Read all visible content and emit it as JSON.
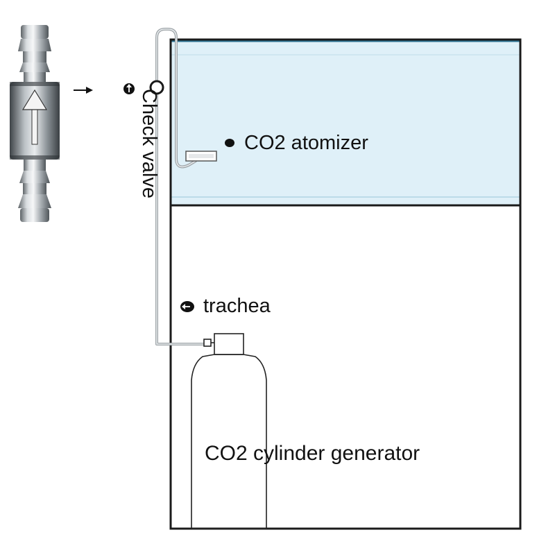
{
  "labels": {
    "check_valve": "Check valve",
    "co2_atomizer": "CO2 atomizer",
    "trachea": "trachea",
    "cylinder": "CO2 cylinder generator"
  },
  "colors": {
    "water": "#dff0f8",
    "water_line": "#2a6f8e",
    "tank_edge": "#1a1a1a",
    "tube": "#9ea4a8",
    "metal_light": "#e7eaec",
    "metal_dark": "#6f767b",
    "arrow_on_valve": "#f2f2f2"
  },
  "icons": [
    "check-valve-photo",
    "arrow-right-icon",
    "arrow-up-icon",
    "arrow-left-icon",
    "bullet-icon"
  ]
}
